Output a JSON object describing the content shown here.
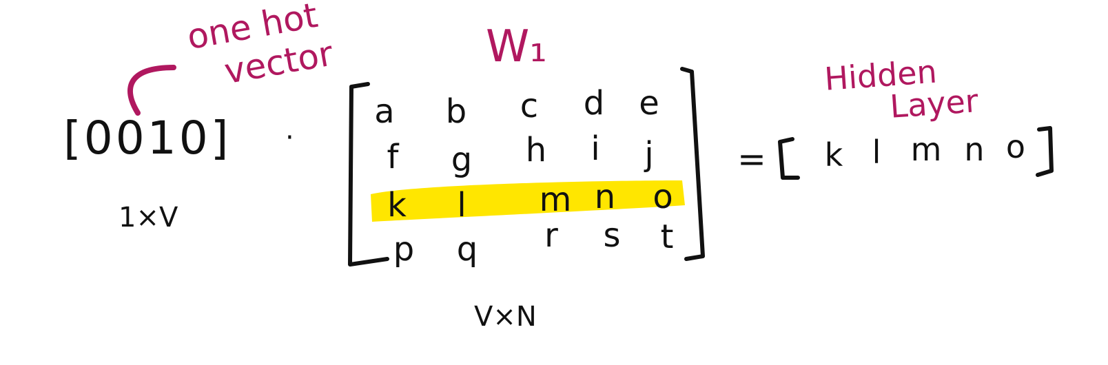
{
  "annotation": {
    "line1": "one hot",
    "line2": "vector",
    "color": "#b0185f"
  },
  "one_hot_vector": {
    "text": "[0010]",
    "dimension": "1×V"
  },
  "dot_operator": "·",
  "matrix": {
    "title": "W₁",
    "rows": [
      [
        "a",
        "b",
        "c",
        "d",
        "e"
      ],
      [
        "f",
        "g",
        "h",
        "i",
        "j"
      ],
      [
        "k",
        "l",
        "m",
        "n",
        "o"
      ],
      [
        "p",
        "q",
        "r",
        "s",
        "t"
      ]
    ],
    "highlighted_row": 2,
    "highlight_color": "#ffe600",
    "dimension": "V×N"
  },
  "equals": "=",
  "hidden_layer": {
    "label_line1": "Hidden",
    "label_line2": "Layer",
    "values": [
      "k",
      "l",
      "m",
      "n",
      "o"
    ]
  }
}
